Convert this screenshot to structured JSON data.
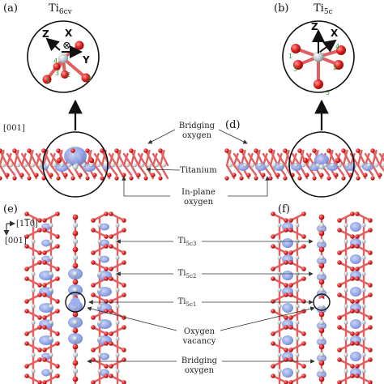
{
  "panels": {
    "a": {
      "letter": "(a)",
      "site": "Ti",
      "sub": "6cv"
    },
    "b": {
      "letter": "(b)",
      "site": "Ti",
      "sub": "5c"
    },
    "d": {
      "letter": "(d)"
    },
    "e": {
      "letter": "(e)"
    },
    "f": {
      "letter": "(f)"
    }
  },
  "directions": {
    "top": "[001]",
    "e_top": "[1",
    "e_top_bar": "1",
    "e_top_end": "0]",
    "e_bottom": "[001]"
  },
  "axes_a": {
    "z": "Z",
    "x": "X",
    "y": "Y",
    "cross": "⊗"
  },
  "axes_b": {
    "z": "Z",
    "x": "X"
  },
  "ligand_index_a": [
    "1",
    "2",
    "3",
    "4",
    "5"
  ],
  "ligand_index_b": [
    "1",
    "2",
    "3",
    "4",
    "5"
  ],
  "labels": {
    "bridging_oxygen": [
      "Bridging",
      "oxygen"
    ],
    "titanium": "Titanium",
    "inplane_oxygen": [
      "In-plane",
      "oxygen"
    ],
    "ti5c3": {
      "main": "Ti",
      "sub": "5c3"
    },
    "ti5c2": {
      "main": "Ti",
      "sub": "5c2"
    },
    "ti5c1": {
      "main": "Ti",
      "sub": "5c1"
    },
    "oxygen_vacancy": [
      "Oxygen",
      "vacancy"
    ],
    "bridging_oxygen_bottom": [
      "Bridging",
      "oxygen"
    ]
  },
  "colors": {
    "oxygen": "#e02020",
    "titanium": "#b8c8cc",
    "density": "#7f96e0",
    "bond_red": "#e04040",
    "index_green": "#3a9a3a"
  }
}
